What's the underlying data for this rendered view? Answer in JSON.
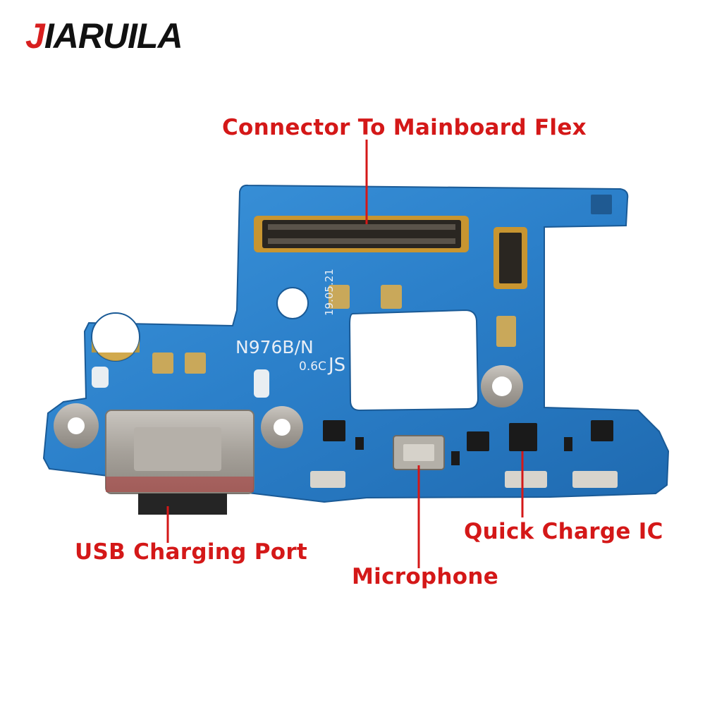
{
  "brand": {
    "first_letter": "J",
    "rest": "IARUILA"
  },
  "labels": {
    "connector": "Connector To Mainboard Flex",
    "usb": "USB Charging Port",
    "microphone": "Microphone",
    "quick_charge": "Quick Charge IC"
  },
  "pcb_marks": {
    "model": "N976B/N",
    "date": "19.05.21",
    "version": "0.6C",
    "maker": "JS"
  },
  "colors": {
    "accent": "#d41818",
    "pcb": "#2a7fc8",
    "metal": "#a6a19a"
  }
}
